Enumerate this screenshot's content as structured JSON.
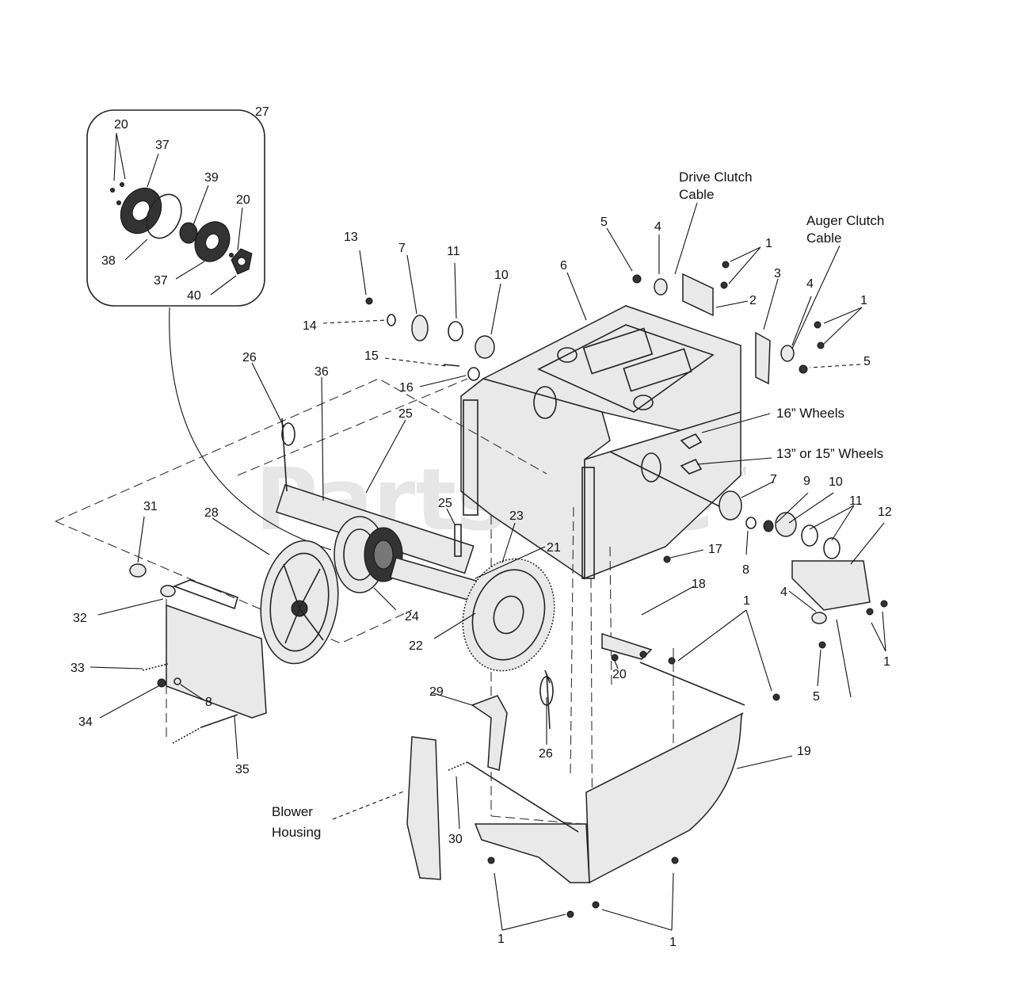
{
  "watermark": {
    "text": "PartsTree",
    "tm": "TM"
  },
  "captions": {
    "drive_clutch_cable_1": "Drive Clutch",
    "drive_clutch_cable_2": "Cable",
    "auger_clutch_cable_1": "Auger Clutch",
    "auger_clutch_cable_2": "Cable",
    "wheels_16": "16” Wheels",
    "wheels_13_15": "13” or 15” Wheels",
    "blower_housing_1": "Blower",
    "blower_housing_2": "Housing"
  },
  "callouts": {
    "inset": {
      "c27": "27",
      "c20a": "20",
      "c37a": "37",
      "c39": "39",
      "c20b": "20",
      "c38": "38",
      "c37b": "37",
      "c40": "40"
    },
    "top": {
      "c13": "13",
      "c7": "7",
      "c11": "11",
      "c10": "10",
      "c6": "6",
      "c5a": "5",
      "c4a": "4",
      "c1a": "1",
      "c2": "2",
      "c3": "3",
      "c4b": "4",
      "c1b": "1",
      "c5b": "5",
      "c14": "14",
      "c15": "15",
      "c16": "16"
    },
    "left": {
      "c26a": "26",
      "c36": "36",
      "c25a": "25",
      "c25b": "25",
      "c23": "23",
      "c21": "21",
      "c31": "31",
      "c28": "28",
      "c32": "32",
      "c24": "24",
      "c22": "22",
      "c33": "33",
      "c8a": "8",
      "c34": "34",
      "c35": "35"
    },
    "right": {
      "c7b": "7",
      "c9": "9",
      "c10b": "10",
      "c11b": "11",
      "c12": "12",
      "c8b": "8",
      "c17": "17",
      "c4c": "4",
      "c18": "18",
      "c1c": "1",
      "c1d": "1",
      "c20c": "20",
      "c5c": "5"
    },
    "bottom": {
      "c29": "29",
      "c26b": "26",
      "c19": "19",
      "c30": "30",
      "c1e": "1",
      "c1f": "1"
    }
  }
}
